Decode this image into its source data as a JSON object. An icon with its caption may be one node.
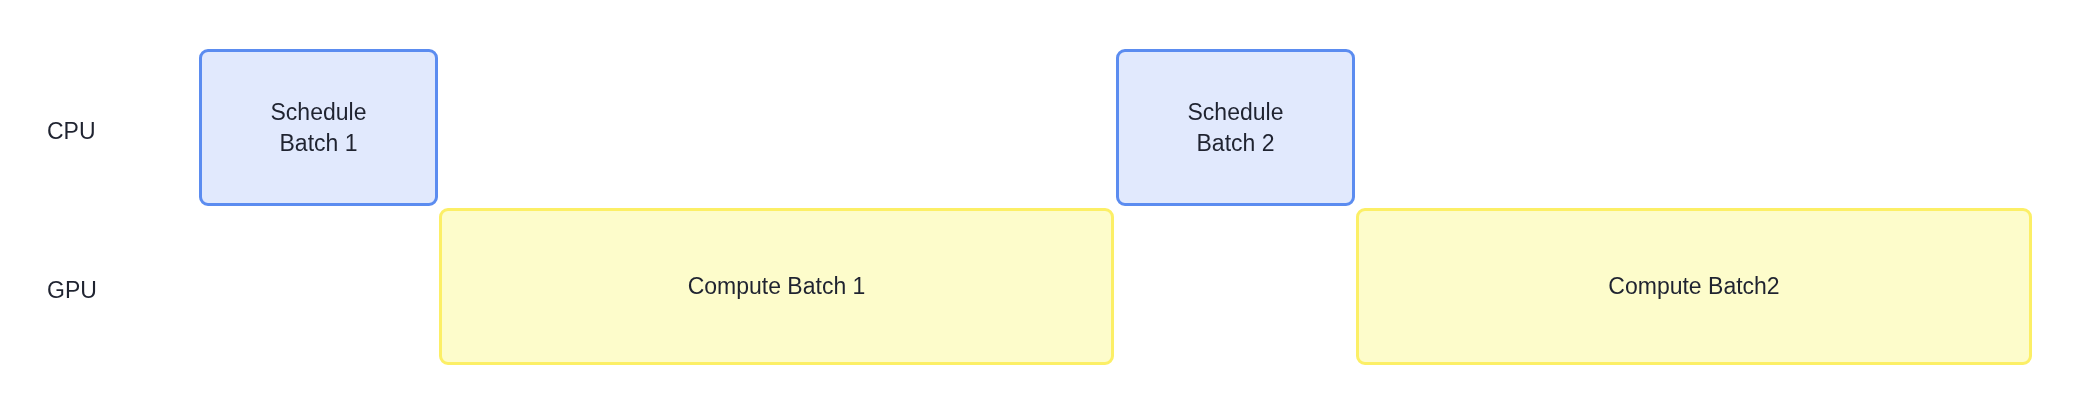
{
  "diagram": {
    "nodes": [
      {
        "text": [
          "Schedule Batch 1"
        ]
      },
      {
        "text": [
          "Schedule Batch 2"
        ]
      },
      {
        "text": [
          "Compute Batch 1"
        ]
      },
      {
        "text": [
          "Compute Batch2"
        ]
      }
    ],
    "edges": [],
    "labels": [
      "CPU",
      "GPU"
    ]
  }
}
